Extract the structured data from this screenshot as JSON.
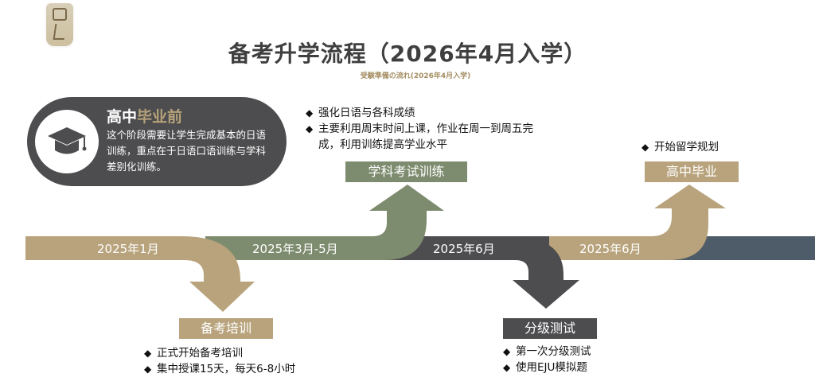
{
  "title": "备考升学流程（2026年4月入学）",
  "subtitle": "受験準備の流れ(2026年4月入学)",
  "colors": {
    "tan": "#b8a37c",
    "green": "#7d8b6e",
    "dark": "#4d4d4f",
    "slate": "#4e5b68",
    "white": "#ffffff"
  },
  "intro": {
    "icon": "graduation-cap-icon",
    "title_main": "高中",
    "title_accent": "毕业前",
    "description": "这个阶段需要让学生完成基本的日语训练，重点在于日语口语训练与学科差别化训练。"
  },
  "timeline": {
    "dates": [
      "2025年1月",
      "2025年3月-5月",
      "2025年6月",
      "2025年6月"
    ]
  },
  "stages": {
    "prep": {
      "label": "备考培训",
      "bullets": [
        "正式开始备考培训",
        "集中授课15天，每天6-8小时"
      ]
    },
    "subject": {
      "label": "学科考试训练",
      "bullets": [
        "强化日语与各科成绩",
        "主要利用周末时间上课，作业在周一到周五完成，利用训练提高学业水平"
      ]
    },
    "placement": {
      "label": "分级测试",
      "bullets": [
        "第一次分级测试",
        "使用EJU模拟题"
      ]
    },
    "graduate": {
      "label": "高中毕业",
      "bullets": [
        "开始留学规划"
      ]
    }
  },
  "bullet_glyph": "◆"
}
